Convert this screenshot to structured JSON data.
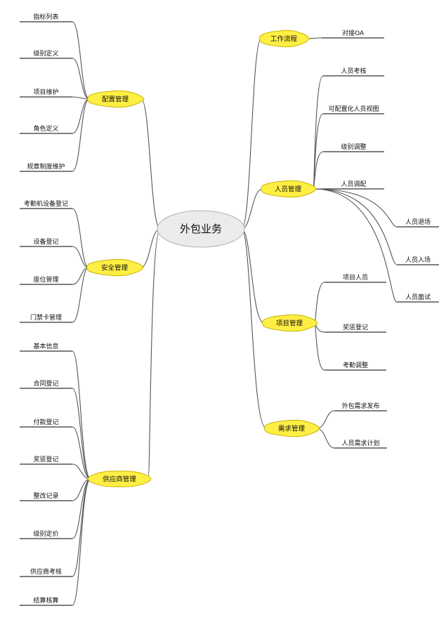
{
  "center": {
    "label": "外包业务"
  },
  "branches": [
    {
      "id": "config",
      "side": "left",
      "label": "配置管理",
      "children": [
        "指标列表",
        "级别定义",
        "项目维护",
        "角色定义",
        "规章制度维护"
      ]
    },
    {
      "id": "security",
      "side": "left",
      "label": "安全管理",
      "children": [
        "考勤机设备登记",
        "设备登记",
        "座位管理",
        "门禁卡管理"
      ]
    },
    {
      "id": "supplier",
      "side": "left",
      "label": "供应商管理",
      "children": [
        "基本信息",
        "合同登记",
        "付款登记",
        "奖惩登记",
        "整改记录",
        "级别定价",
        "供应商考核",
        "结算核算"
      ]
    },
    {
      "id": "workflow",
      "side": "right",
      "label": "工作流程",
      "children": [
        "对接OA"
      ]
    },
    {
      "id": "personnel",
      "side": "right",
      "label": "人员管理",
      "children": [
        "人员考核",
        "可配置化人员视图",
        "级别调整",
        "人员调配",
        "人员退场",
        "人员入场",
        "人员面试"
      ]
    },
    {
      "id": "project",
      "side": "right",
      "label": "项目管理",
      "children": [
        "项目人员",
        "奖惩登记",
        "考勤调整"
      ]
    },
    {
      "id": "demand",
      "side": "right",
      "label": "需求管理",
      "children": [
        "外包需求发布",
        "人员需求计划"
      ]
    }
  ]
}
